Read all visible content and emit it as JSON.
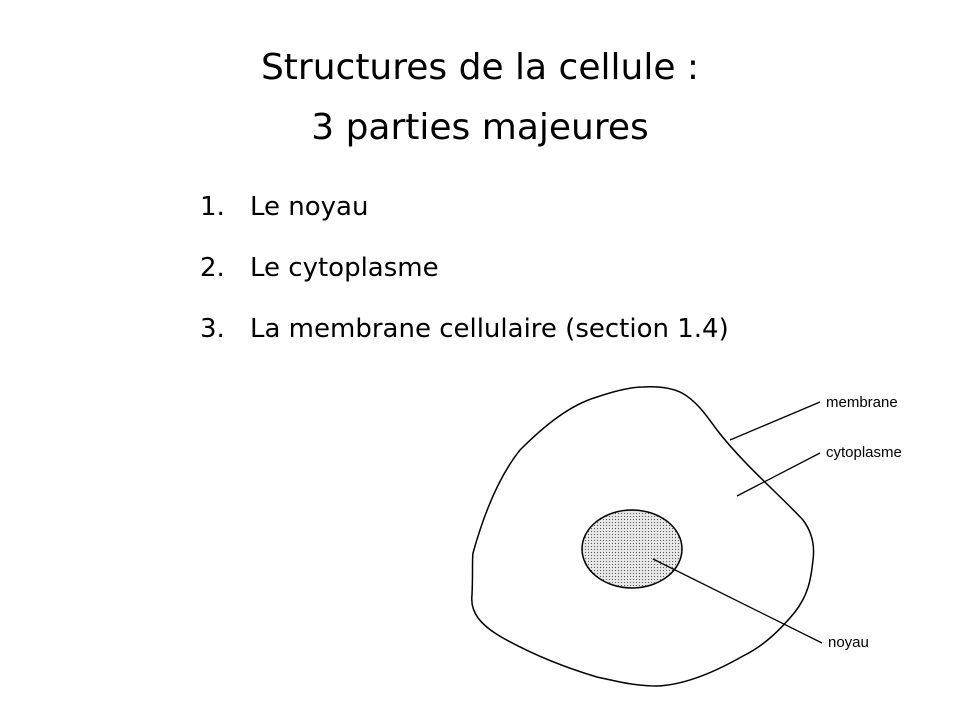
{
  "title": {
    "line1": "Structures de la cellule :",
    "line2": "3 parties majeures"
  },
  "list": [
    {
      "number": "1.",
      "text": "Le noyau"
    },
    {
      "number": "2.",
      "text": "Le cytoplasme"
    },
    {
      "number": "3.",
      "text": "La membrane cellulaire (section 1.4)"
    }
  ],
  "diagram": {
    "labels": {
      "membrane": "membrane",
      "cytoplasme": "cytoplasme",
      "noyau": "noyau"
    }
  }
}
